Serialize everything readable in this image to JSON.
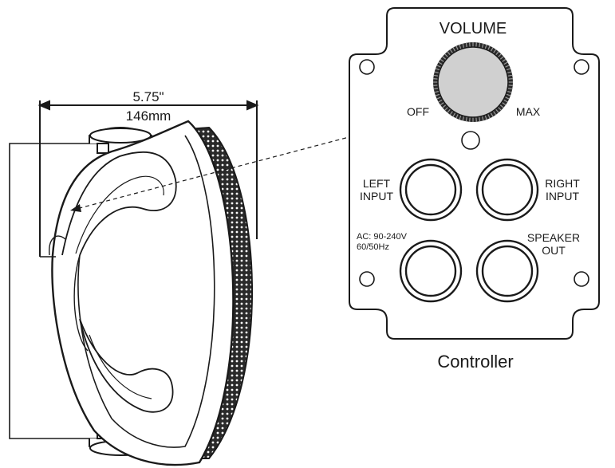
{
  "dimension": {
    "inches": "5.75\"",
    "mm": "146mm"
  },
  "controller": {
    "title": "Controller",
    "volume_label": "VOLUME",
    "off_label": "OFF",
    "max_label": "MAX",
    "left_input": [
      "LEFT",
      "INPUT"
    ],
    "right_input": [
      "RIGHT",
      "INPUT"
    ],
    "ac_label": [
      "AC: 90-240V",
      "60/50Hz"
    ],
    "speaker_out": [
      "SPEAKER",
      "OUT"
    ]
  },
  "colors": {
    "line": "#1a1a1a",
    "knob_fill": "#d0d0d0"
  }
}
